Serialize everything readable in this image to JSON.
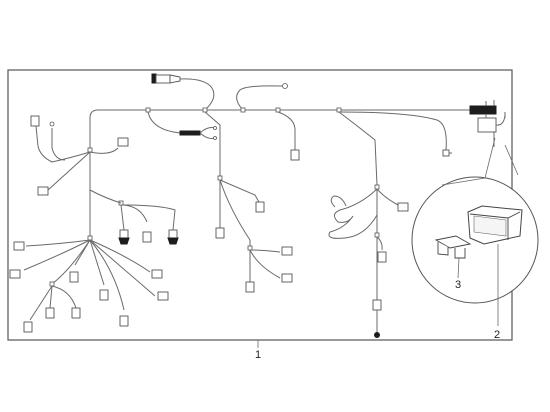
{
  "diagram": {
    "callouts": [
      {
        "id": "harness",
        "text": "1"
      },
      {
        "id": "fuse-box",
        "text": "2"
      },
      {
        "id": "fuse",
        "text": "3"
      }
    ]
  }
}
